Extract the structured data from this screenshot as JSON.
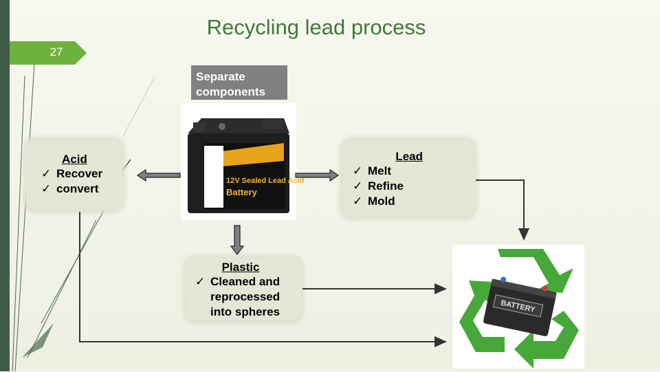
{
  "slide": {
    "number": "27",
    "title": "Recycling lead process"
  },
  "center": {
    "label": "Separate components",
    "battery_label_1": "12V Sealed Lead Acid",
    "battery_label_2": "Battery"
  },
  "acid_box": {
    "heading": "Acid",
    "items": [
      "Recover",
      "convert"
    ]
  },
  "lead_box": {
    "heading": "Lead",
    "items": [
      "Melt",
      "Refine",
      "Mold"
    ]
  },
  "plastic_box": {
    "heading": "Plastic",
    "items": [
      "Cleaned and reprocessed into spheres"
    ]
  },
  "recycle_graphic": {
    "label": "BATTERY"
  },
  "check_glyph": "✓",
  "colors": {
    "title": "#3f7a35",
    "accent_green": "#6fb23b",
    "recycle_green": "#47a83a",
    "sidebar": "#3e5b46"
  }
}
